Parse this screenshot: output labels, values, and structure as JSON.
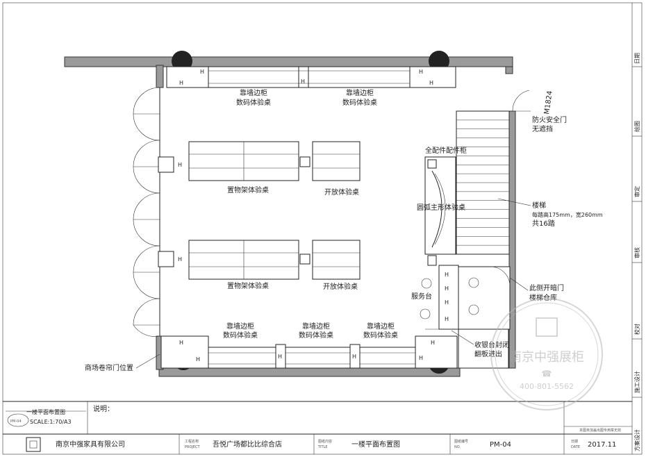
{
  "plan_labels": {
    "wall_cabinet": "靠墙边柜",
    "digital_table": "数码体验桌",
    "shelf_table": "置物架体验桌",
    "open_table": "开放体验桌",
    "parts_cabinet": "全配件配件柜",
    "arc_table": "圆弧主形体验桌",
    "fire_door": "防火安全门",
    "no_block": "无遮挡",
    "door_code": "M1824",
    "stair_title": "楼梯",
    "stair_spec": "每踏高175mm，宽260mm",
    "stair_count": "共16踏",
    "hidden_door": "此侧开暗门",
    "stair_storage": "楼梯仓库",
    "service_desk": "服务台",
    "cashier": "收银台封闭",
    "flip_board": "翻板进出",
    "rolling_door": "商场卷帘门位置"
  },
  "sidebar": {
    "date": "日期",
    "drawing": "绘图",
    "check": "审定",
    "review": "审核",
    "proof": "校对",
    "design": "施工设计",
    "scheme": "方案设计"
  },
  "title_block": {
    "view_name": "一楼平面布置图",
    "view_code": "PM-04",
    "scale": "SCALE:1:70/A3",
    "notes_label": "说明：",
    "company": "南京中强家具有限公司",
    "project_label": "工程名称",
    "project_label_en": "PROJECT",
    "project": "吾悦广场都比比综合店",
    "content_label": "图纸内容",
    "content_label_en": "TITLE",
    "content": "一楼平面布置图",
    "number_label": "图纸编号",
    "number_label_en": "NO.",
    "number": "PM-04",
    "stamp_note": "本图未加盖出图专用章无效",
    "date_label": "日期",
    "date_label_en": "DATE",
    "date": "2017.11"
  },
  "watermark": {
    "name": "南京中强展柜",
    "phone": "400-801-5562"
  },
  "colors": {
    "wall": "#9a9a9a",
    "line": "#222222",
    "watermark": "#b5b5b5"
  }
}
